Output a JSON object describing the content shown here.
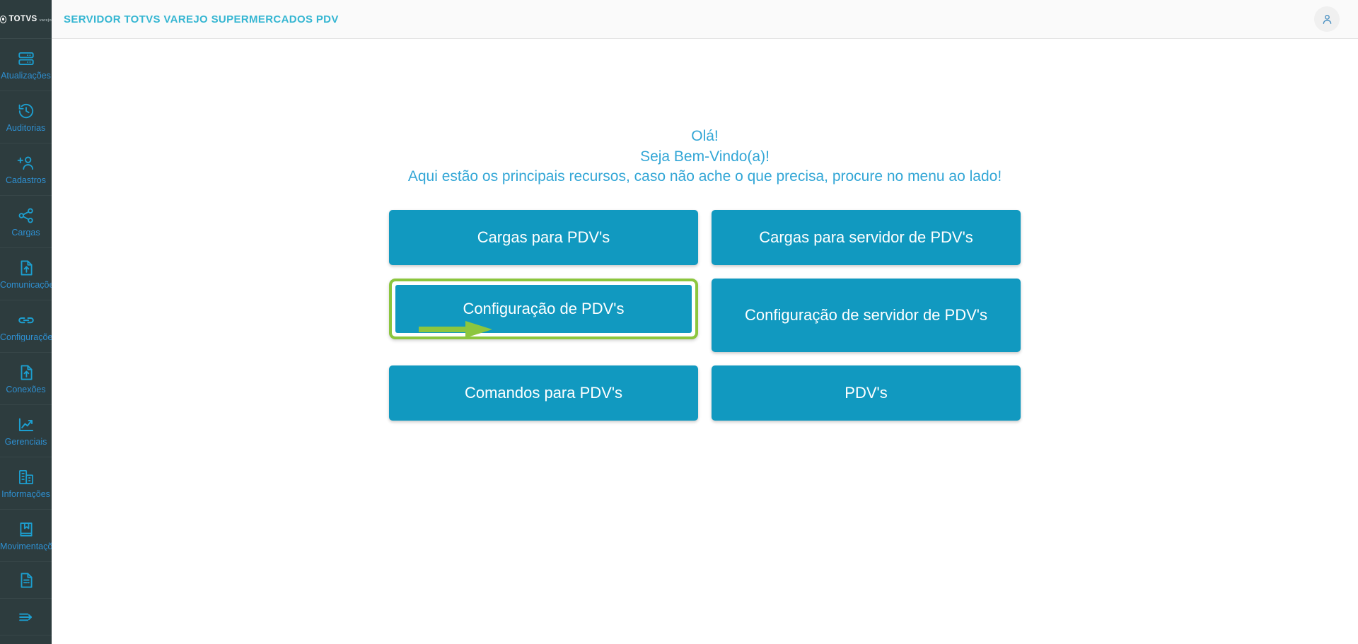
{
  "brand": {
    "name": "TOTVS",
    "sub": "varejo",
    "mark_icon": "totvs-circle-logo"
  },
  "header": {
    "title": "SERVIDOR TOTVS VAREJO SUPERMERCADOS PDV",
    "avatar_icon": "user-avatar-icon",
    "title_color": "#35b6d2",
    "background": "#fafafa"
  },
  "sidebar": {
    "background": "#2d3c3e",
    "icon_color": "#1c9fd0",
    "label_color": "#2e8fd0",
    "items": [
      {
        "label": "Atualizações",
        "icon": "server-update-icon"
      },
      {
        "label": "Auditorias",
        "icon": "clock-history-icon"
      },
      {
        "label": "Cadastros",
        "icon": "person-add-icon"
      },
      {
        "label": "Cargas",
        "icon": "share-nodes-icon"
      },
      {
        "label": "Comunicações",
        "icon": "file-upload-icon"
      },
      {
        "label": "Configurações",
        "icon": "link-chain-icon"
      },
      {
        "label": "Conexões",
        "icon": "file-upload-icon"
      },
      {
        "label": "Gerenciais",
        "icon": "chart-line-icon"
      },
      {
        "label": "Informações",
        "icon": "building-icon"
      },
      {
        "label": "Movimentações",
        "icon": "book-bookmark-icon"
      },
      {
        "label": "",
        "icon": "document-lines-icon"
      },
      {
        "label": "",
        "icon": "arrow-right-lines-icon"
      }
    ]
  },
  "welcome": {
    "line1": "Olá!",
    "line2": "Seja Bem-Vindo(a)!",
    "line3": "Aqui estão os principais recursos, caso não ache o que precisa, procure no menu ao lado!",
    "color": "#32a6d6"
  },
  "cards": {
    "accent": "#1199c0",
    "highlight_color": "#8cc63e",
    "items": [
      {
        "label": "Cargas para PDV's",
        "highlighted": false,
        "tall": false
      },
      {
        "label": "Cargas para servidor de PDV's",
        "highlighted": false,
        "tall": false
      },
      {
        "label": "Configuração de PDV's",
        "highlighted": true,
        "tall": false
      },
      {
        "label": "Configuração de servidor de PDV's",
        "highlighted": false,
        "tall": true
      },
      {
        "label": "Comandos para PDV's",
        "highlighted": false,
        "tall": false
      },
      {
        "label": "PDV's",
        "highlighted": false,
        "tall": false
      }
    ]
  },
  "annotation": {
    "arrow_icon": "green-pointer-arrow",
    "arrow_color": "#8cc63e",
    "points_to": "Configuração de PDV's"
  }
}
